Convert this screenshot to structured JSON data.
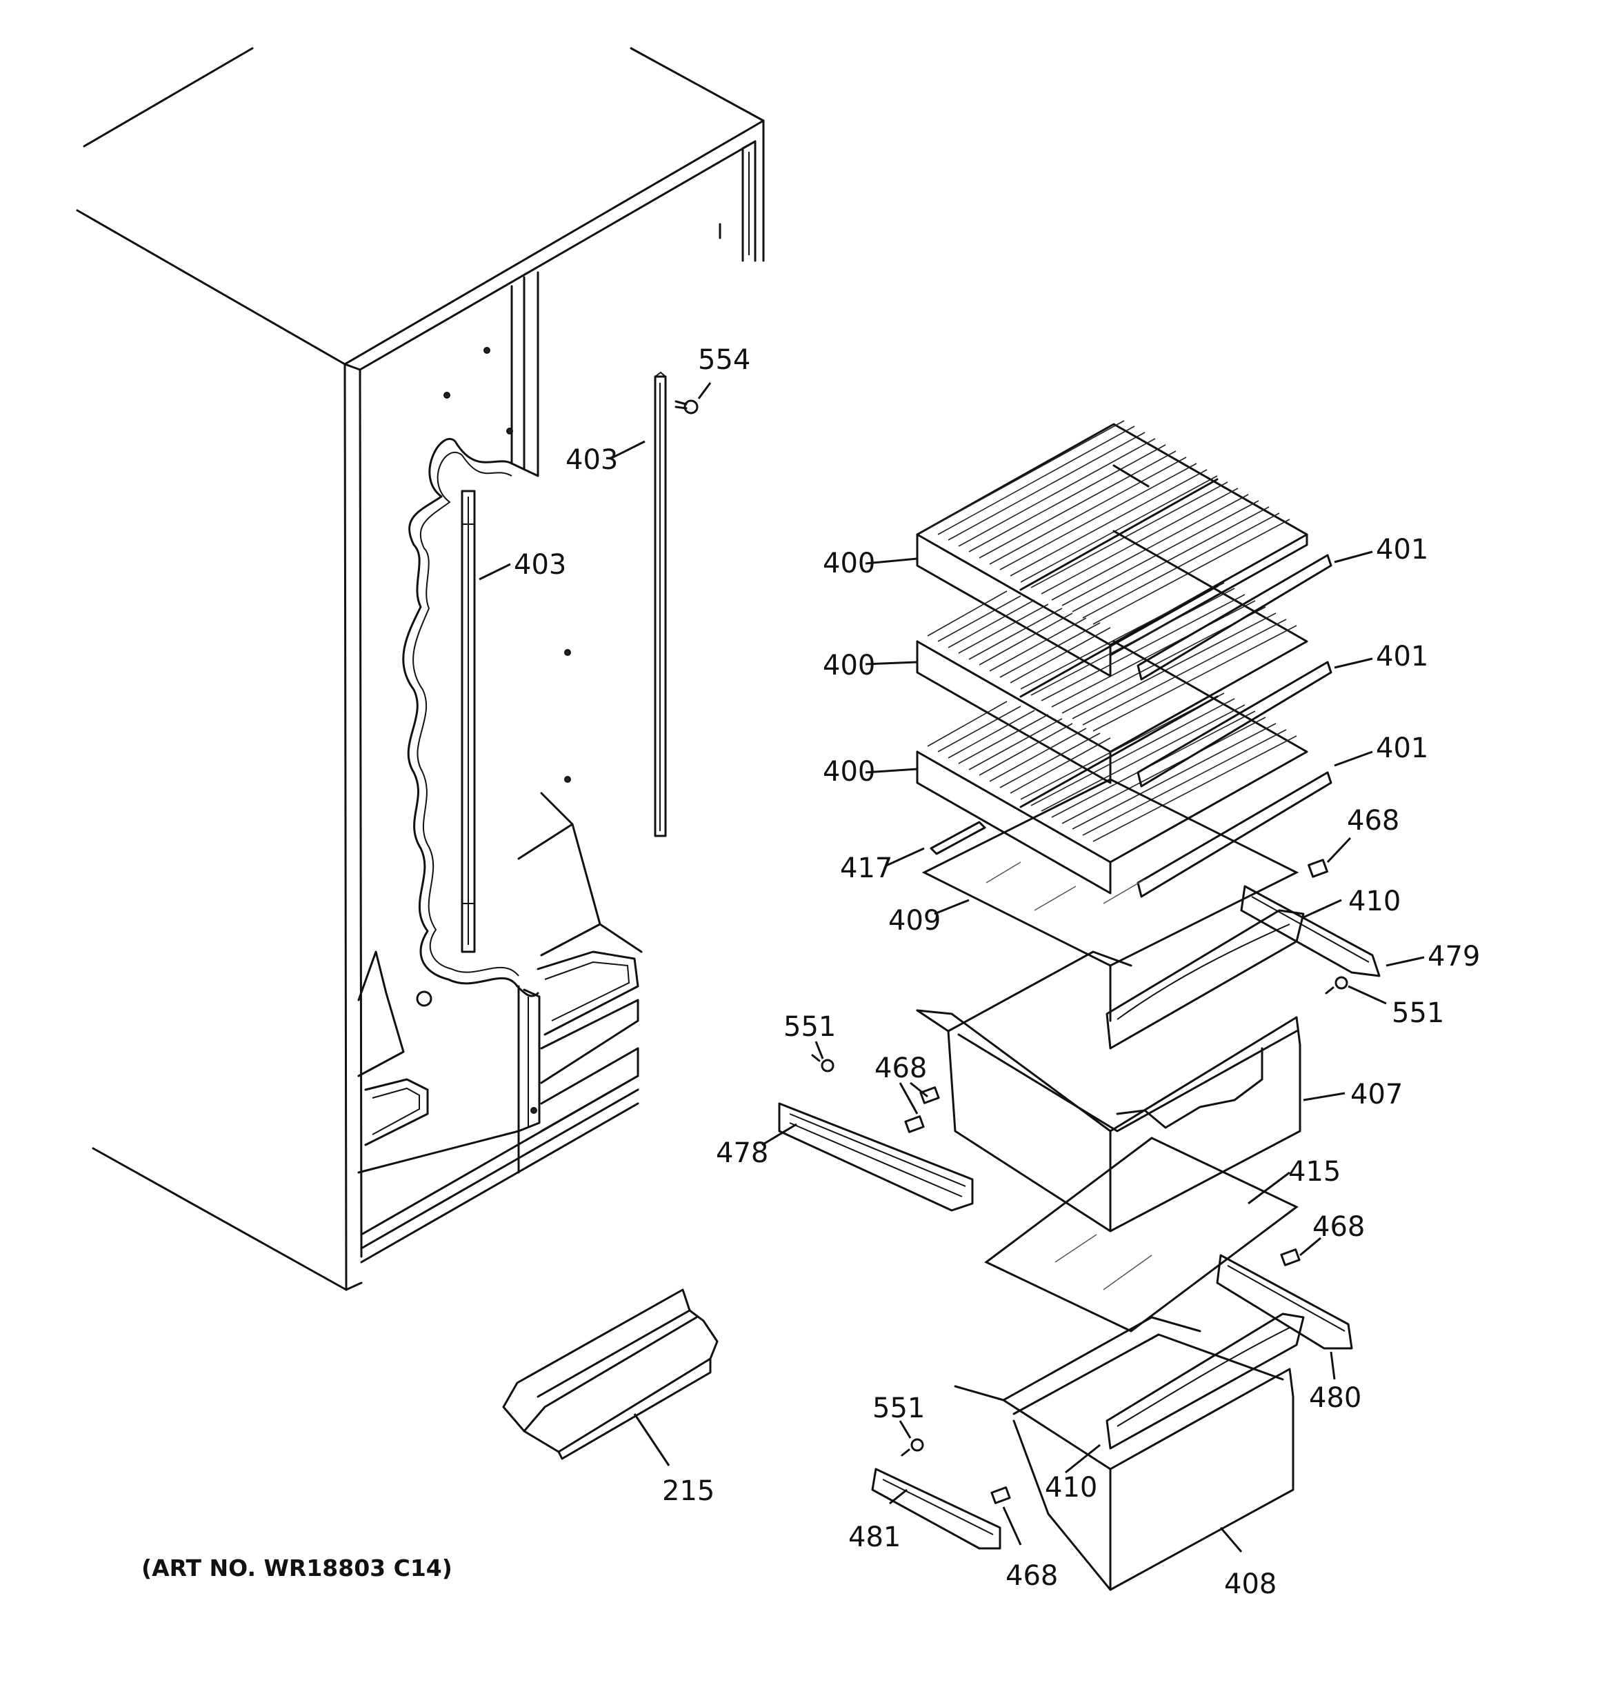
{
  "art_number": "(ART NO. WR18803 C14)",
  "parts": [
    {
      "id": "p554",
      "label": "554"
    },
    {
      "id": "p403a",
      "label": "403"
    },
    {
      "id": "p403b",
      "label": "403"
    },
    {
      "id": "p400a",
      "label": "400"
    },
    {
      "id": "p400b",
      "label": "400"
    },
    {
      "id": "p400c",
      "label": "400"
    },
    {
      "id": "p401a",
      "label": "401"
    },
    {
      "id": "p401b",
      "label": "401"
    },
    {
      "id": "p401c",
      "label": "401"
    },
    {
      "id": "p468a",
      "label": "468"
    },
    {
      "id": "p417",
      "label": "417"
    },
    {
      "id": "p409",
      "label": "409"
    },
    {
      "id": "p410a",
      "label": "410"
    },
    {
      "id": "p479",
      "label": "479"
    },
    {
      "id": "p551a",
      "label": "551"
    },
    {
      "id": "p551b",
      "label": "551"
    },
    {
      "id": "p468b",
      "label": "468"
    },
    {
      "id": "p407",
      "label": "407"
    },
    {
      "id": "p478",
      "label": "478"
    },
    {
      "id": "p415",
      "label": "415"
    },
    {
      "id": "p468c",
      "label": "468"
    },
    {
      "id": "p480",
      "label": "480"
    },
    {
      "id": "p551c",
      "label": "551"
    },
    {
      "id": "p410b",
      "label": "410"
    },
    {
      "id": "p215",
      "label": "215"
    },
    {
      "id": "p481",
      "label": "481"
    },
    {
      "id": "p468d",
      "label": "468"
    },
    {
      "id": "p408",
      "label": "408"
    }
  ]
}
